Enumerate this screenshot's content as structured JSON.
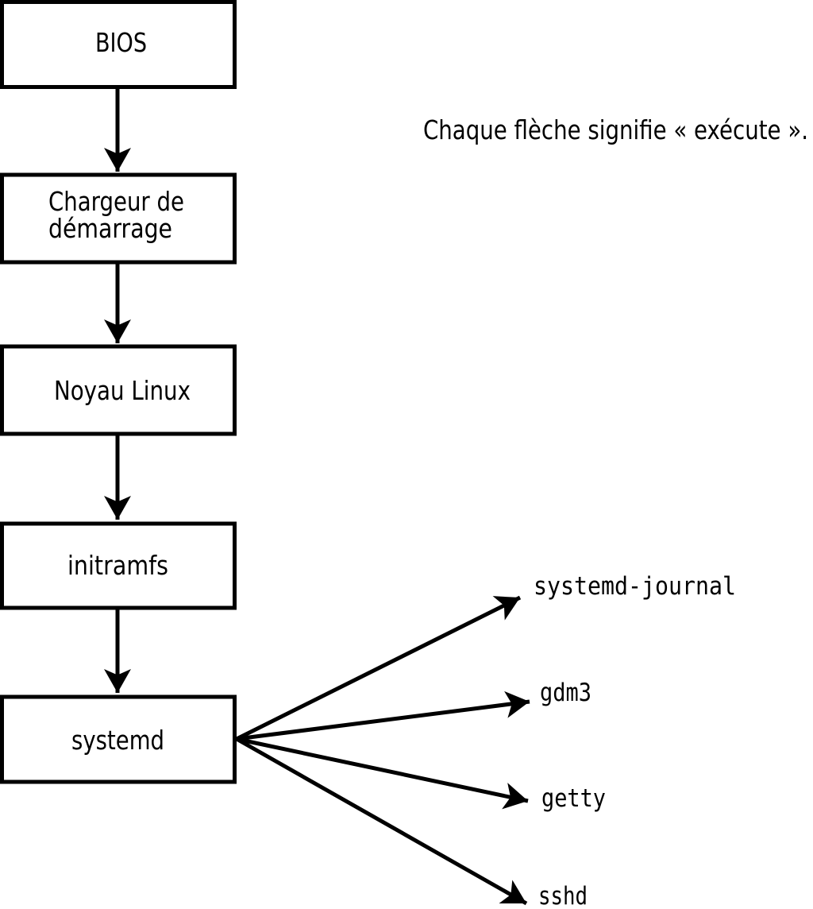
{
  "diagram": {
    "annotation": "Chaque flèche signifie « exécute ».",
    "chain": [
      {
        "id": "bios",
        "label": "BIOS"
      },
      {
        "id": "bootloader",
        "label": "Chargeur de démarrage",
        "line1": "Chargeur de",
        "line2": "démarrage"
      },
      {
        "id": "kernel",
        "label": "Noyau Linux"
      },
      {
        "id": "initramfs",
        "label": "initramfs"
      },
      {
        "id": "systemd",
        "label": "systemd"
      }
    ],
    "spawned": [
      {
        "id": "systemd-journal",
        "label": "systemd-journal"
      },
      {
        "id": "gdm3",
        "label": "gdm3"
      },
      {
        "id": "getty",
        "label": "getty"
      },
      {
        "id": "sshd",
        "label": "sshd"
      }
    ],
    "colors": {
      "stroke": "#000000",
      "box_fill": "#ffffff",
      "background": "#ffffff"
    }
  }
}
